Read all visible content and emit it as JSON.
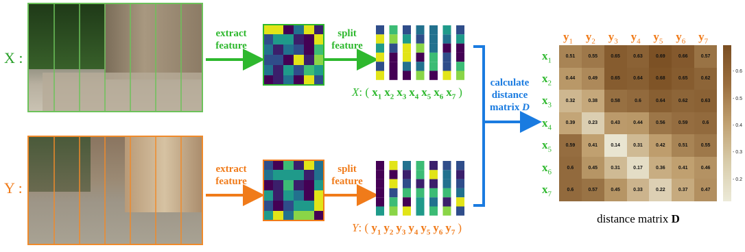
{
  "labels": {
    "x_input": "X :",
    "y_input": "Y :"
  },
  "steps": {
    "extract_top": [
      "extract",
      "feature"
    ],
    "split_top": [
      "split",
      "feature"
    ],
    "extract_bottom": [
      "extract",
      "feature"
    ],
    "split_bottom": [
      "split",
      "feature"
    ],
    "calculate": [
      "calculate",
      "distance",
      "matrix D"
    ]
  },
  "sequences": {
    "x": {
      "name": "X",
      "items": [
        "x1",
        "x2",
        "x3",
        "x4",
        "x5",
        "x6",
        "x7"
      ]
    },
    "y": {
      "name": "Y",
      "items": [
        "y1",
        "y2",
        "y3",
        "y4",
        "y5",
        "y6",
        "y7"
      ]
    }
  },
  "matrix_caption": "distance matrix D",
  "colors": {
    "green": "#2eb82e",
    "orange": "#f07b1a",
    "blue": "#1a7be0"
  },
  "chart_data": {
    "type": "heatmap",
    "row_labels": [
      "x1",
      "x2",
      "x3",
      "x4",
      "x5",
      "x6",
      "x7"
    ],
    "col_labels": [
      "y1",
      "y2",
      "y3",
      "y4",
      "y5",
      "y6",
      "y7"
    ],
    "values": [
      [
        0.51,
        0.55,
        0.65,
        0.63,
        0.69,
        0.66,
        0.57
      ],
      [
        0.44,
        0.49,
        0.65,
        0.64,
        0.68,
        0.65,
        0.62
      ],
      [
        0.32,
        0.38,
        0.58,
        0.6,
        0.64,
        0.62,
        0.63
      ],
      [
        0.39,
        0.23,
        0.43,
        0.44,
        0.56,
        0.59,
        0.6
      ],
      [
        0.59,
        0.41,
        0.14,
        0.31,
        0.42,
        0.51,
        0.55
      ],
      [
        0.6,
        0.45,
        0.31,
        0.17,
        0.36,
        0.41,
        0.46
      ],
      [
        0.6,
        0.57,
        0.45,
        0.33,
        0.22,
        0.37,
        0.47
      ]
    ],
    "colorbar_ticks": [
      0.2,
      0.3,
      0.4,
      0.5,
      0.6
    ],
    "range": [
      0.12,
      0.7
    ]
  }
}
